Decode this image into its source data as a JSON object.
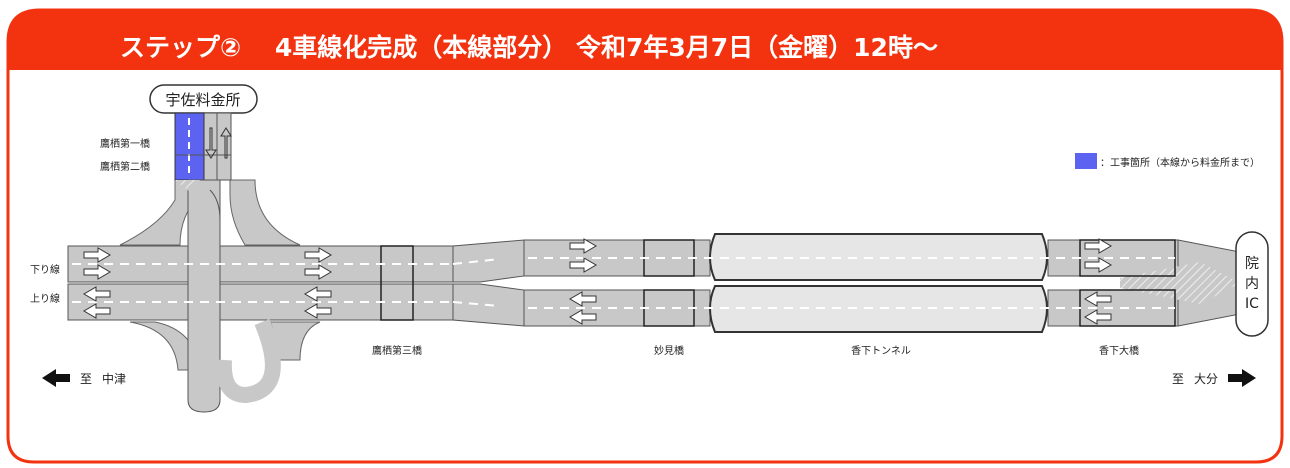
{
  "title": "ステップ②　 4車線化完成（本線部分） 令和7年3月7日（金曜）12時～",
  "tollgate": "宇佐料金所",
  "ic": {
    "line1": "院",
    "line2": "内",
    "line3": "IC"
  },
  "legend": {
    "label": "：工事箇所（本線から料金所まで）",
    "color": "#5b63f0"
  },
  "lanes": {
    "down": "下り線",
    "up": "上り線"
  },
  "bridges": {
    "takasu1": "鷹栖第一橋",
    "takasu2": "鷹栖第二橋",
    "takasu3": "鷹栖第三橋",
    "myoken": "妙見橋",
    "tunnel": "香下トンネル",
    "kouge_ohashi": "香下大橋"
  },
  "directions": {
    "left_prefix": "至",
    "left": "中津",
    "right_prefix": "至",
    "right": "大分"
  },
  "colors": {
    "frame": "#f33310",
    "road": "#c8c8c8",
    "tunnel": "#e6e6e6",
    "construction": "#5b63f0"
  }
}
